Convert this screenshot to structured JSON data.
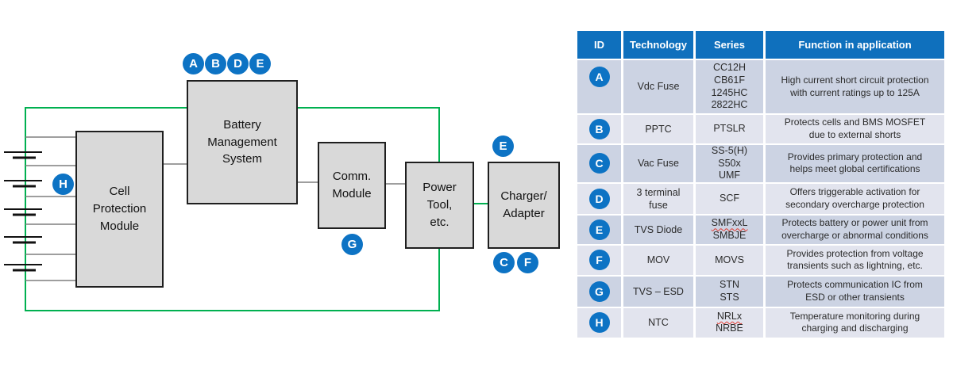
{
  "diagram": {
    "boxes": {
      "cell_protection": "Cell\nProtection\nModule",
      "bms": "Battery\nManagement\nSystem",
      "comm": "Comm.\nModule",
      "power_tool": "Power\nTool,\netc.",
      "charger": "Charger/\nAdapter"
    },
    "badges": {
      "bms": [
        "A",
        "B",
        "D",
        "E"
      ],
      "cell_protection": "H",
      "comm": "G",
      "charger_top": "E",
      "charger_bottom": [
        "C",
        "F"
      ]
    },
    "colors": {
      "pack_outline_green": "#00b050",
      "wire_gray": "#7f7f7f",
      "box_fill": "#d9d9d9",
      "badge_blue": "#0d73c4"
    }
  },
  "table": {
    "headers": [
      "ID",
      "Technology",
      "Series",
      "Function in application"
    ],
    "colors": {
      "header_blue": "#0f70bd",
      "row_dark": "#ccd3e3",
      "row_light": "#e2e4ee"
    },
    "rows": [
      {
        "id": "A",
        "technology": "Vdc Fuse",
        "series": [
          "CC12H",
          "CB61F",
          "1245HC",
          "2822HC"
        ],
        "function": "High current short circuit protection\nwith current ratings up to 125A"
      },
      {
        "id": "B",
        "technology": "PPTC",
        "series": [
          "PTSLR"
        ],
        "function": "Protects cells and BMS MOSFET\ndue to external shorts"
      },
      {
        "id": "C",
        "technology": "Vac Fuse",
        "series": [
          "SS-5(H)",
          "S50x",
          "UMF"
        ],
        "function": "Provides primary protection and\nhelps meet global certifications"
      },
      {
        "id": "D",
        "technology": "3 terminal\nfuse",
        "series": [
          "SCF"
        ],
        "function": "Offers triggerable activation for\nsecondary overcharge protection"
      },
      {
        "id": "E",
        "technology": "TVS Diode",
        "series": [
          "SMFxxL",
          "SMBJE"
        ],
        "function": "Protects battery or power unit from\novercharge or abnormal conditions"
      },
      {
        "id": "F",
        "technology": "MOV",
        "series": [
          "MOVS"
        ],
        "function": "Provides protection from voltage\ntransients such as lightning, etc."
      },
      {
        "id": "G",
        "technology": "TVS – ESD",
        "series": [
          "STN",
          "STS"
        ],
        "function": "Protects communication IC from\nESD or other transients"
      },
      {
        "id": "H",
        "technology": "NTC",
        "series": [
          "NRLx",
          "NRBE"
        ],
        "function": "Temperature monitoring during\ncharging and discharging"
      }
    ]
  }
}
